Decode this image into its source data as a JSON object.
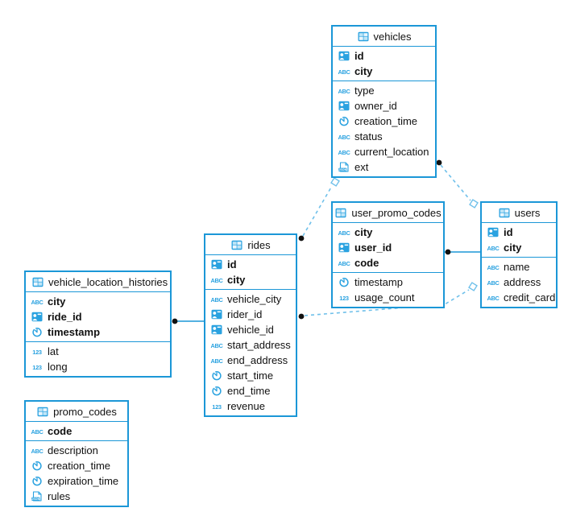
{
  "diagram": {
    "colors": {
      "table_border": "#1b97d7",
      "icon_blue": "#2aa2e0",
      "dashed_line": "#6fc0ea",
      "solid_line": "#1b97d7",
      "endpoint_dot": "#111111",
      "text": "#111111"
    },
    "tables": [
      {
        "title": "vehicles",
        "columns_primary": [
          {
            "name": "id",
            "icon": "person-id-icon"
          },
          {
            "name": "city",
            "icon": "abc-icon"
          }
        ],
        "columns": [
          {
            "name": "type",
            "icon": "abc-icon"
          },
          {
            "name": "owner_id",
            "icon": "person-id-icon"
          },
          {
            "name": "creation_time",
            "icon": "clock-icon"
          },
          {
            "name": "status",
            "icon": "abc-icon"
          },
          {
            "name": "current_location",
            "icon": "abc-icon"
          },
          {
            "name": "ext",
            "icon": "json-icon"
          }
        ]
      },
      {
        "title": "user_promo_codes",
        "columns_primary": [
          {
            "name": "city",
            "icon": "abc-icon"
          },
          {
            "name": "user_id",
            "icon": "person-id-icon"
          },
          {
            "name": "code",
            "icon": "abc-icon"
          }
        ],
        "columns": [
          {
            "name": "timestamp",
            "icon": "clock-icon"
          },
          {
            "name": "usage_count",
            "icon": "number-123-icon"
          }
        ]
      },
      {
        "title": "users",
        "columns_primary": [
          {
            "name": "id",
            "icon": "person-id-icon"
          },
          {
            "name": "city",
            "icon": "abc-icon"
          }
        ],
        "columns": [
          {
            "name": "name",
            "icon": "abc-icon"
          },
          {
            "name": "address",
            "icon": "abc-icon"
          },
          {
            "name": "credit_card",
            "icon": "abc-icon"
          }
        ]
      },
      {
        "title": "rides",
        "columns_primary": [
          {
            "name": "id",
            "icon": "person-id-icon"
          },
          {
            "name": "city",
            "icon": "abc-icon"
          }
        ],
        "columns": [
          {
            "name": "vehicle_city",
            "icon": "abc-icon"
          },
          {
            "name": "rider_id",
            "icon": "person-id-icon"
          },
          {
            "name": "vehicle_id",
            "icon": "person-id-icon"
          },
          {
            "name": "start_address",
            "icon": "abc-icon"
          },
          {
            "name": "end_address",
            "icon": "abc-icon"
          },
          {
            "name": "start_time",
            "icon": "clock-icon"
          },
          {
            "name": "end_time",
            "icon": "clock-icon"
          },
          {
            "name": "revenue",
            "icon": "number-123-icon"
          }
        ]
      },
      {
        "title": "vehicle_location_histories",
        "columns_primary": [
          {
            "name": "city",
            "icon": "abc-icon"
          },
          {
            "name": "ride_id",
            "icon": "person-id-icon"
          },
          {
            "name": "timestamp",
            "icon": "clock-icon"
          }
        ],
        "columns": [
          {
            "name": "lat",
            "icon": "number-123-icon"
          },
          {
            "name": "long",
            "icon": "number-123-icon"
          }
        ]
      },
      {
        "title": "promo_codes",
        "columns_primary": [
          {
            "name": "code",
            "icon": "abc-icon"
          }
        ],
        "columns": [
          {
            "name": "description",
            "icon": "abc-icon"
          },
          {
            "name": "creation_time",
            "icon": "clock-icon"
          },
          {
            "name": "expiration_time",
            "icon": "clock-icon"
          },
          {
            "name": "rules",
            "icon": "json-icon"
          }
        ]
      }
    ],
    "connections": [
      {
        "from": "vehicle_location_histories",
        "to": "rides",
        "style": "solid",
        "end_markers": [
          "dot",
          "none"
        ]
      },
      {
        "from": "user_promo_codes",
        "to": "users",
        "style": "solid",
        "end_markers": [
          "dot",
          "none"
        ]
      },
      {
        "from": "rides",
        "to": "vehicles",
        "style": "dashed",
        "end_markers": [
          "dot",
          "square"
        ]
      },
      {
        "from": "vehicles",
        "to": "users",
        "style": "dashed",
        "end_markers": [
          "dot",
          "square"
        ]
      },
      {
        "from": "rides",
        "to": "users",
        "style": "dashed",
        "end_markers": [
          "dot",
          "square"
        ]
      }
    ]
  }
}
